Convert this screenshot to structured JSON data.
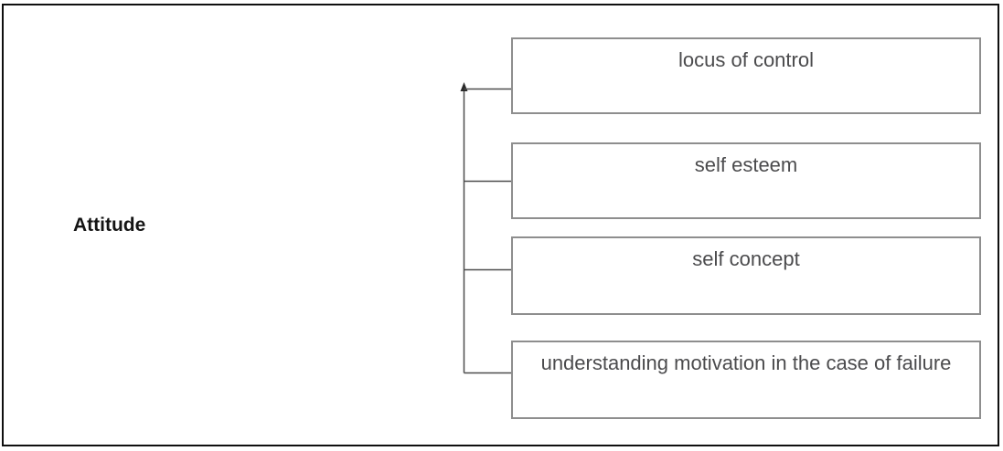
{
  "diagram": {
    "root_label": "Attitude",
    "boxes": [
      {
        "label": "locus of control"
      },
      {
        "label": "self esteem"
      },
      {
        "label": "self concept"
      },
      {
        "label": "understanding motivation in the case of failure"
      }
    ],
    "connector": {
      "style": "elbow-tree",
      "arrow_direction": "up"
    },
    "colors": {
      "background": "#ffffff",
      "frame_border": "#0f0f0f",
      "box_border": "#8e8e8e",
      "line": "#4d4d4d",
      "box_text": "#4b4b4d",
      "root_text": "#141414"
    }
  }
}
